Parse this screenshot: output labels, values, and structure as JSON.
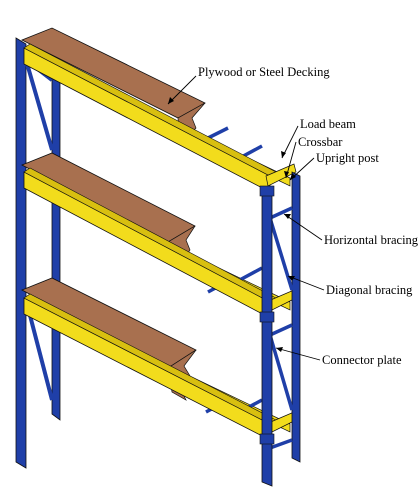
{
  "diagram": {
    "labels": {
      "decking": "Plywood or Steel Decking",
      "load_beam": "Load beam",
      "crossbar": "Crossbar",
      "upright_post": "Upright post",
      "horizontal_bracing": "Horizontal bracing",
      "diagonal_bracing": "Diagonal bracing",
      "connector_plate": "Connector plate"
    },
    "colors": {
      "upright": "#1f3fa8",
      "beam": "#f2dc1c",
      "beam_shade": "#d8bf10",
      "decking": "#a8704f",
      "outline": "#111111"
    }
  }
}
